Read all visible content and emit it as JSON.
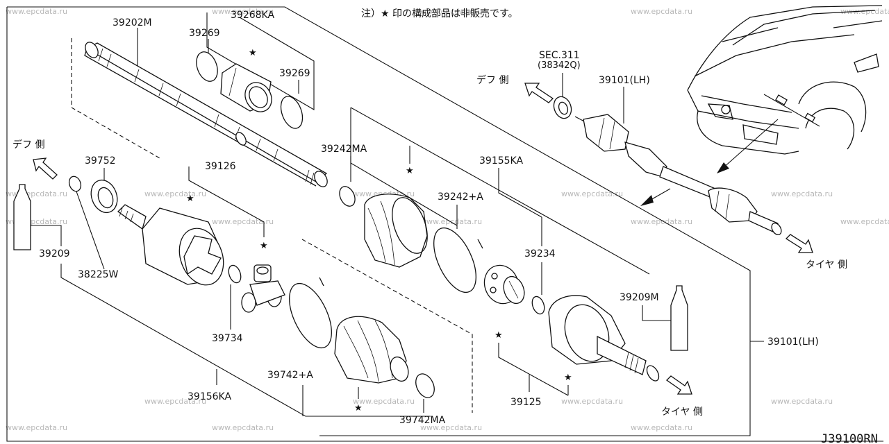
{
  "note": "注）★ 印の構成部品は非販売です。",
  "diagram_code": "J39100RN",
  "watermark": "www.epcdata.ru",
  "star_symbol": "★",
  "direction_labels": {
    "diff_side_left": "デフ 側",
    "diff_side_top": "デフ 側",
    "tire_side_right": "タイヤ 側",
    "tire_side_bottom": "タイヤ 側"
  },
  "sec_ref": {
    "line1": "SEC.311",
    "line2": "(38342Q)"
  },
  "parts": {
    "p39202M": "39202M",
    "p39268KA": "39268KA",
    "p39269_top": "39269",
    "p39269_right": "39269",
    "p39752": "39752",
    "p39126": "39126",
    "p39242MA": "39242MA",
    "p39155KA": "39155KA",
    "p39242A": "39242+A",
    "p39234": "39234",
    "p39209": "39209",
    "p38225W": "38225W",
    "p39734": "39734",
    "p39209M": "39209M",
    "p39742A": "39742+A",
    "p39156KA": "39156KA",
    "p39125": "39125",
    "p39742MA": "39742MA",
    "p39101_top": "39101(LH)",
    "p39101_right": "39101(LH)"
  }
}
